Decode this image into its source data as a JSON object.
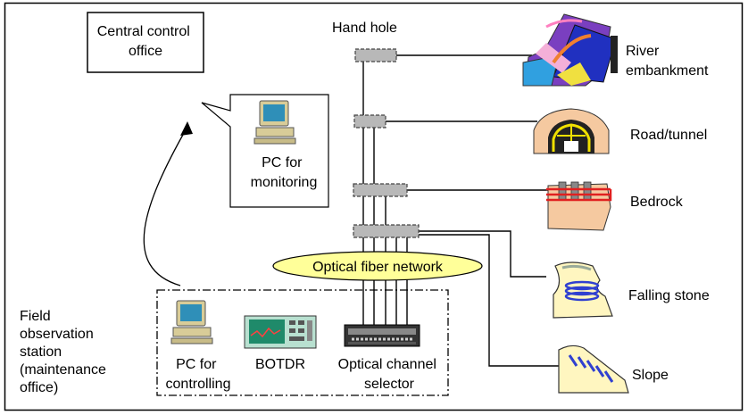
{
  "labels": {
    "central_office": [
      "Central control",
      "office"
    ],
    "pc_monitoring": [
      "PC for",
      "monitoring"
    ],
    "hand_hole": "Hand hole",
    "river": [
      "River",
      "embankment"
    ],
    "road": "Road/tunnel",
    "bedrock": "Bedrock",
    "network": "Optical fiber network",
    "falling": "Falling stone",
    "slope": "Slope",
    "field_station": [
      "Field",
      "observation",
      "station",
      "(maintenance",
      "office)"
    ],
    "pc_controlling": [
      "PC for",
      "controlling"
    ],
    "botdr": "BOTDR",
    "selector": [
      "Optical channel",
      "selector"
    ]
  },
  "colors": {
    "line": "#000000",
    "handhole": "#b8b8b8",
    "network_fill": "#ffff99",
    "monitor_screen": "#2f8fb8",
    "device_body": "#e0d6a8",
    "botdr_screen": "#1f8a6a",
    "rock": "#f5c9a0",
    "bolt_red": "#e02020",
    "bolt_blue": "#3040d0",
    "tunnel_yellow": "#f0e000"
  },
  "icons": {
    "pc": "desktop-computer-icon",
    "botdr": "botdr-analyzer-icon",
    "selector": "channel-selector-icon",
    "river": "river-embankment-icon",
    "tunnel": "tunnel-icon",
    "bedrock": "bedrock-icon",
    "falling": "falling-stone-icon",
    "slope": "slope-icon"
  }
}
